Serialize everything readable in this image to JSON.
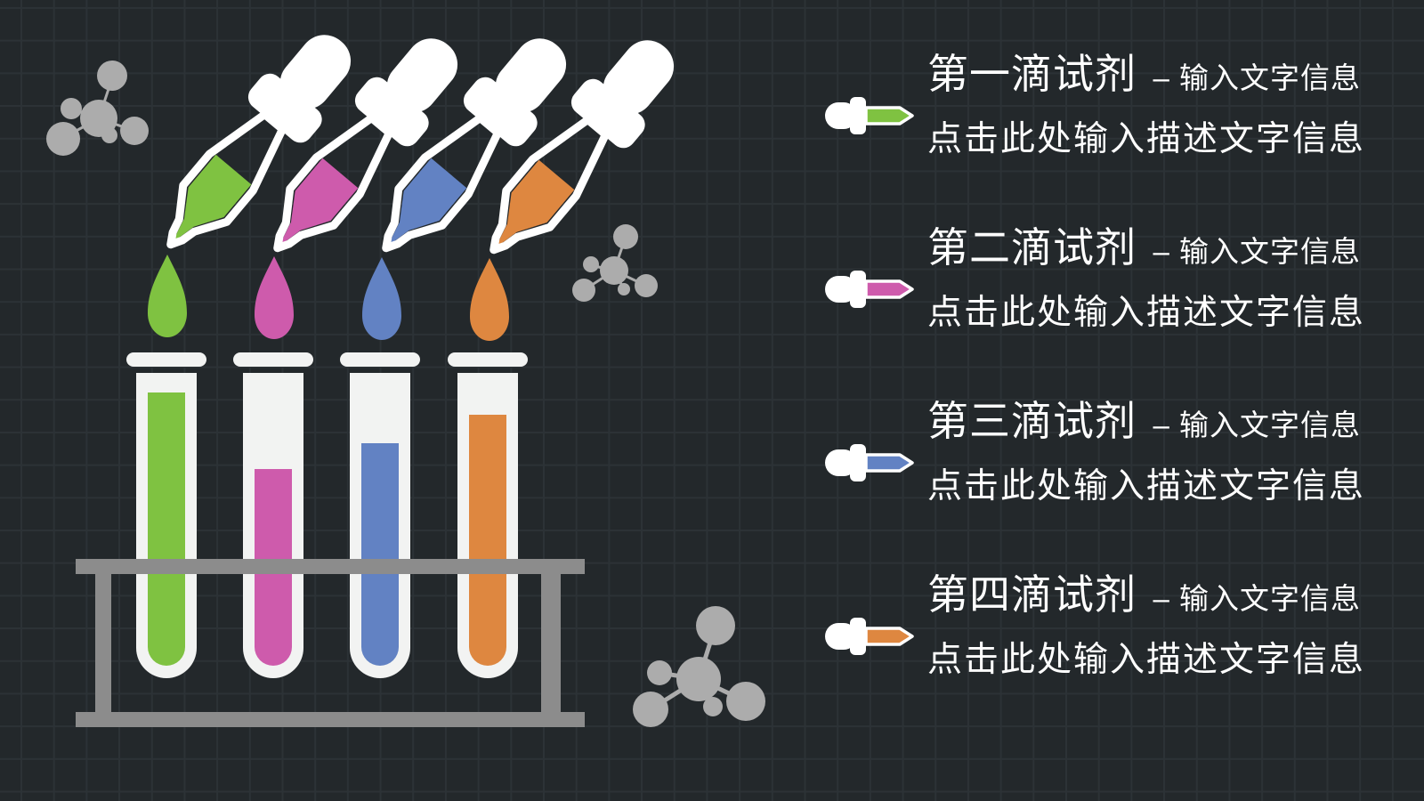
{
  "slide": {
    "background_color": "#23282B",
    "grid_line_color": "#2C3236"
  },
  "palette": {
    "green": "#7FC241",
    "pink": "#CE5BAC",
    "blue": "#6282C3",
    "orange": "#DE8740",
    "rack_gray": "#8C8C8C",
    "molecule_gray": "#ACACAC",
    "tube_white": "#F2F3F2",
    "text_white": "#FFFFFF"
  },
  "items": [
    {
      "index": "1",
      "icon": "dropper-icon",
      "color": "#7FC241",
      "title": "第一滴试剂",
      "subtitle": "– 输入文字信息",
      "description": "点击此处输入描述文字信息"
    },
    {
      "index": "2",
      "icon": "dropper-icon",
      "color": "#CE5BAC",
      "title": "第二滴试剂",
      "subtitle": "– 输入文字信息",
      "description": "点击此处输入描述文字信息"
    },
    {
      "index": "3",
      "icon": "dropper-icon",
      "color": "#6282C3",
      "title": "第三滴试剂",
      "subtitle": "– 输入文字信息",
      "description": "点击此处输入描述文字信息"
    },
    {
      "index": "4",
      "icon": "dropper-icon",
      "color": "#DE8740",
      "title": "第四滴试剂",
      "subtitle": "– 输入文字信息",
      "description": "点击此处输入描述文字信息"
    }
  ],
  "illustration": {
    "droppers": [
      {
        "color": "#7FC241"
      },
      {
        "color": "#CE5BAC"
      },
      {
        "color": "#6282C3"
      },
      {
        "color": "#DE8740"
      }
    ],
    "test_tubes": [
      {
        "color": "#7FC241",
        "fill_percent": 93
      },
      {
        "color": "#CE5BAC",
        "fill_percent": 67
      },
      {
        "color": "#6282C3",
        "fill_percent": 76
      },
      {
        "color": "#DE8740",
        "fill_percent": 86
      }
    ],
    "molecule_count": 3
  }
}
